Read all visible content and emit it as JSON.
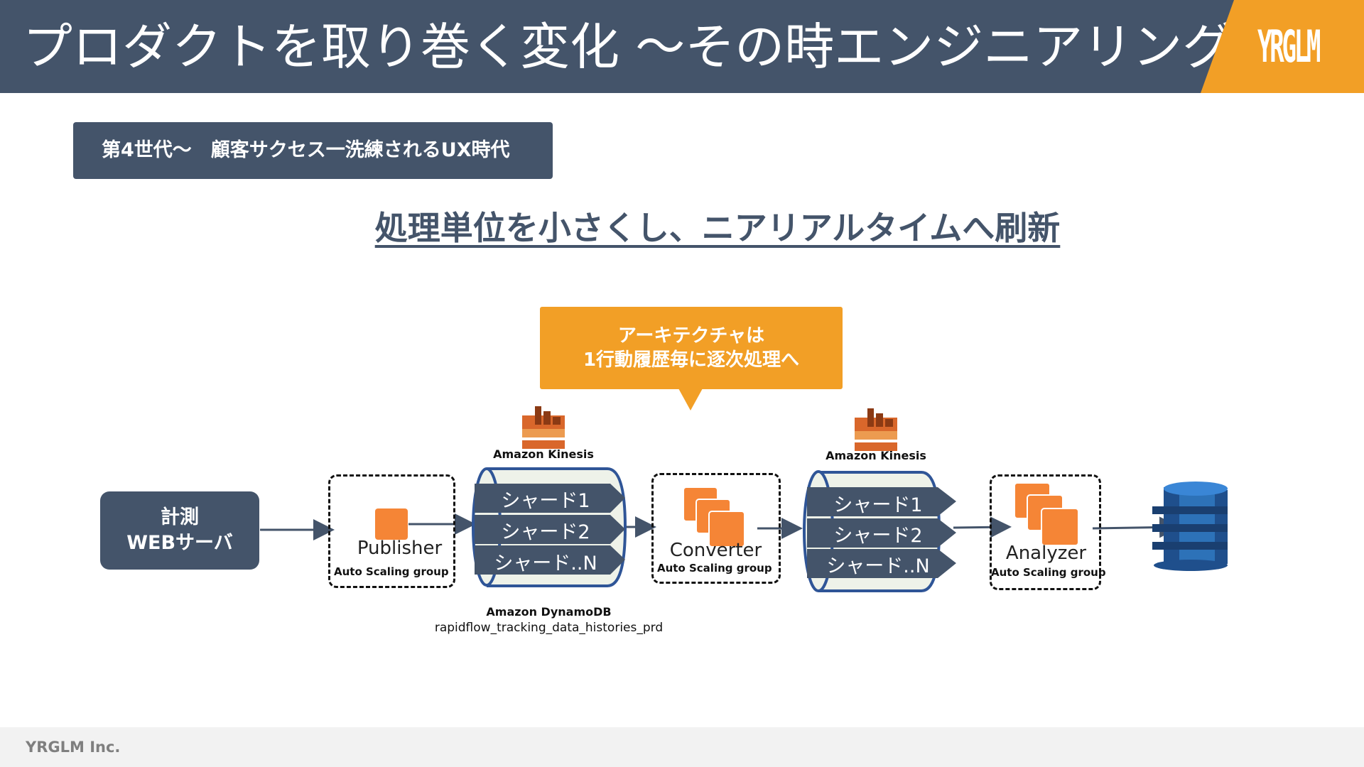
{
  "header": {
    "title": "プロダクトを取り巻く変化 ～その時エンジニアリングは～",
    "logo": "YRGLM"
  },
  "section_label": "第4世代～　顧客サクセス一洗練されるUX時代",
  "headline": "処理単位を小さくし、ニアリアルタイムへ刷新",
  "callout": {
    "line1": "アーキテクチャは",
    "line2": "1行動履歴毎に逐次処理へ"
  },
  "source": {
    "line1": "計測",
    "line2": "WEBサーバ"
  },
  "publisher": {
    "name": "Publisher",
    "group": "Auto Scaling group"
  },
  "converter": {
    "name": "Converter",
    "group": "Auto Scaling group"
  },
  "analyzer": {
    "name": "Analyzer",
    "group": "Auto Scaling group"
  },
  "kinesis1": {
    "label": "Amazon Kinesis",
    "shards": [
      "シャード1",
      "シャード2",
      "シャード..N"
    ]
  },
  "kinesis2": {
    "label": "Amazon Kinesis",
    "shards": [
      "シャード1",
      "シャード2",
      "シャード..N"
    ]
  },
  "dynamodb": {
    "name": "Amazon DynamoDB",
    "table": "rapidflow_tracking_data_histories_prd"
  },
  "footer": "YRGLM Inc.",
  "colors": {
    "navy": "#44546a",
    "orange": "#f29f26",
    "aws_orange": "#f58536",
    "dynamo_blue": "#2d72b8"
  }
}
